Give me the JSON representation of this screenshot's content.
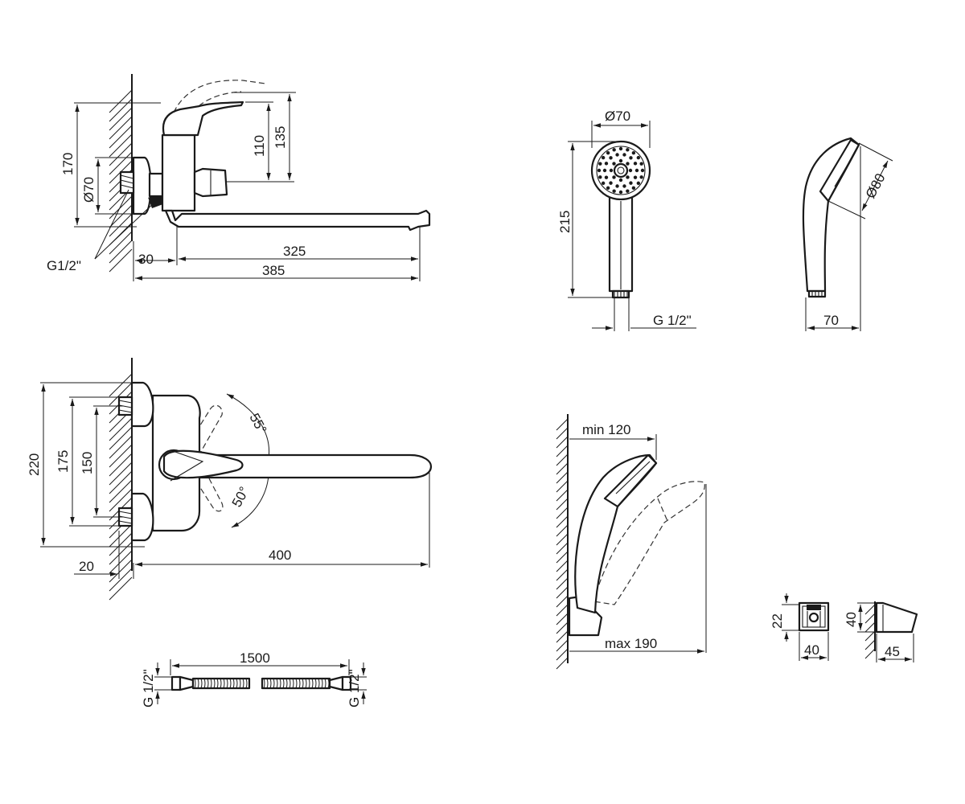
{
  "side_view": {
    "height_total": "170",
    "height_to_handle": "135",
    "height_body": "110",
    "flange_diameter": "Ø70",
    "thread": "G1/2\"",
    "offset_wall": "30",
    "spout_length": "325",
    "overall_length": "385"
  },
  "top_view": {
    "width_total": "220",
    "inlet_spacing_outer": "175",
    "inlet_spacing": "150",
    "handle_angle_up": "55°",
    "handle_angle_down": "50°",
    "wall_offset": "20",
    "spout_reach": "400"
  },
  "hand_shower": {
    "head_diameter": "Ø70",
    "length": "215",
    "thread": "G 1/2\"",
    "profile_diameter": "Ø80",
    "profile_width": "70"
  },
  "hose": {
    "length": "1500",
    "thread_left": "G 1/2\"",
    "thread_right": "G 1/2\""
  },
  "holder": {
    "min_distance": "min 120",
    "max_distance": "max 190",
    "bracket_height": "22",
    "bracket_width": "40",
    "bracket_side_height": "40",
    "bracket_depth": "45"
  }
}
